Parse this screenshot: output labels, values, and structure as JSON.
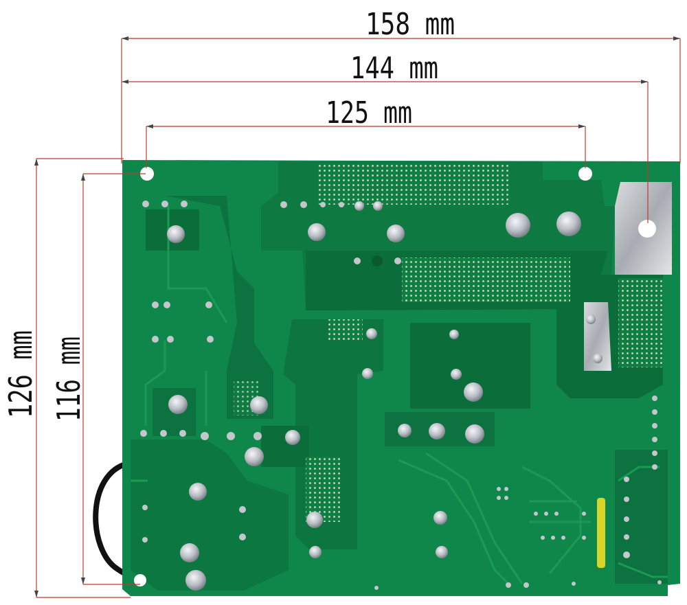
{
  "dimensions": {
    "overall_width": "158 mm",
    "hole_span_outer": "144 mm",
    "hole_span_inner": "125 mm",
    "overall_height": "126 mm",
    "inner_height": "116 mm"
  },
  "colors": {
    "pcb_green": "#10874a",
    "pcb_dark_trace": "#0c6e3b",
    "pcb_light_trace": "#1fa25a",
    "dimension_line": "#c0392b",
    "solder": "#c9ccd1",
    "cable": "#111111"
  }
}
